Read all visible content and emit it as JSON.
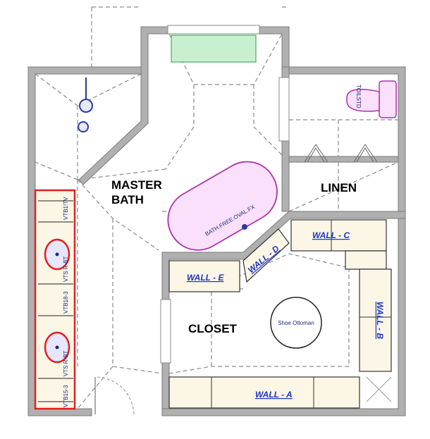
{
  "rooms": {
    "master_bath_line1": "MASTER",
    "master_bath_line2": "BATH",
    "linen": "LINEN",
    "closet": "CLOSET"
  },
  "walls": {
    "a": "WALL - A",
    "b": "WALL - B",
    "c": "WALL - C",
    "d": "WALL - D",
    "e": "WALL - E"
  },
  "fixtures": {
    "tub": "BATH.FREE.OVAL.FX",
    "toilet": "TOILSTD",
    "ottoman": "Shoe Ottoman"
  },
  "vanity": {
    "top": "VTB1!TV",
    "sink1": "VTS  R-BT",
    "mid": "VTB18-3",
    "sink2": "VTS  R-BT",
    "bottom": "VTB15-3"
  },
  "colors": {
    "wall": "#b0b0b0",
    "vanity_outline": "#e02020",
    "tub": "#c040c0",
    "wall_label": "#1a35c8"
  }
}
